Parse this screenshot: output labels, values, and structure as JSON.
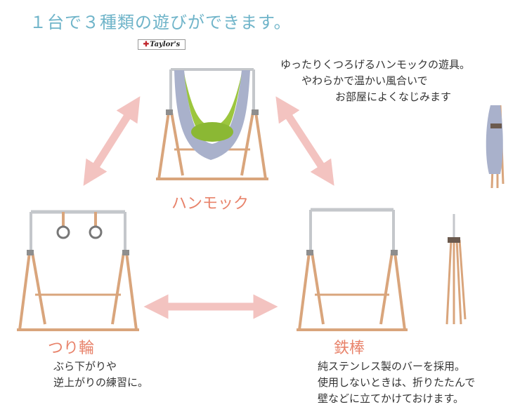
{
  "headline": "１台で３種類の遊びができます。",
  "brand": {
    "text": "Taylor's"
  },
  "colors": {
    "headline": "#6fb4c9",
    "label": "#e8836b",
    "arrow": "#f3c3c0",
    "wood": "#d9a57c",
    "steel": "#c4c7cb",
    "hammock_green": "#9cc63e",
    "hammock_gray": "#a9b1cb"
  },
  "hammock": {
    "label": "ハンモック",
    "desc": [
      "ゆったりくつろげるハンモックの遊具。",
      "やわらかで温かい風合いで",
      "お部屋によくなじみます"
    ]
  },
  "rings": {
    "label": "つり輪",
    "desc": [
      "ぶら下がりや",
      "逆上がりの練習に。"
    ]
  },
  "bar": {
    "label": "鉄棒",
    "desc": [
      "純ステンレス製のバーを採用。",
      "使用しないときは、折りたたんで",
      "壁などに立てかけておけます。"
    ]
  }
}
